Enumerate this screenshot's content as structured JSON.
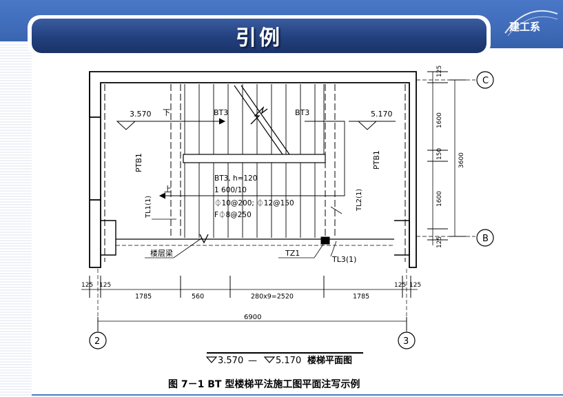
{
  "slide": {
    "title": "引例",
    "logo_text": "建工系"
  },
  "drawing": {
    "bt3_left": "BT3",
    "bt3_right": "BT3",
    "down_label": "下",
    "up_label": "上",
    "elev_left": "3.570",
    "elev_right": "5.170",
    "ptb1_left": "PTB1",
    "ptb1_right": "PTB1",
    "tl1_left": "TL1(1)",
    "tl2_right": "TL2(1)",
    "bt_line1": "BT3, h=120",
    "bt_line2": "1 600/10",
    "bt_line3": "⏀10@200; ⏀12@150",
    "bt_line4": "F⏀8@250",
    "floor_beam": "楼层梁",
    "tz1": "TZ1",
    "tl3": "TL3(1)",
    "axis_c": "C",
    "axis_b": "B",
    "axis_2": "2",
    "axis_3": "3",
    "dims_right": [
      "125",
      "1600",
      "150",
      "1600",
      "125",
      "3600"
    ],
    "dims_bottom": [
      "125",
      "125",
      "1785",
      "560",
      "280x9=2520",
      "1785",
      "125",
      "125"
    ],
    "dim_total": "6900",
    "subtitle_a": "3.570",
    "subtitle_sep": "—",
    "subtitle_b": "5.170",
    "subtitle_tail": "楼梯平面图",
    "caption": "图 7－1   BT 型楼梯平法施工图平面注写示例"
  }
}
